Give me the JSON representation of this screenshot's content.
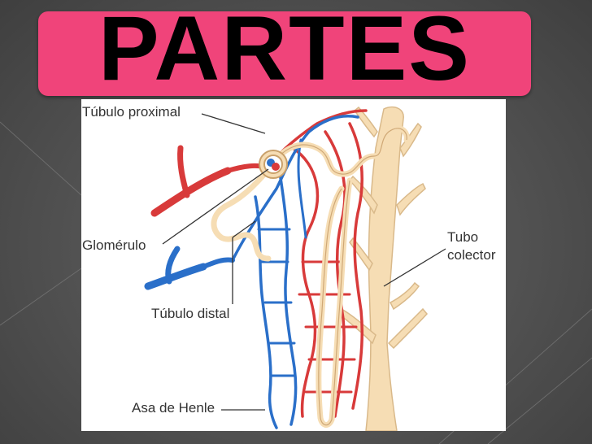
{
  "title": "PARTES",
  "colors": {
    "title_background": "#f0447a",
    "artery": "#d83a3a",
    "vein": "#2a6fc9",
    "tubule": "#f6ddb4"
  },
  "labels": {
    "proximal": "Túbulo proximal",
    "glomerulo": "Glomérulo",
    "tubo": "Tubo",
    "colector": "colector",
    "distal": "Túbulo distal",
    "henle": "Asa de Henle"
  }
}
